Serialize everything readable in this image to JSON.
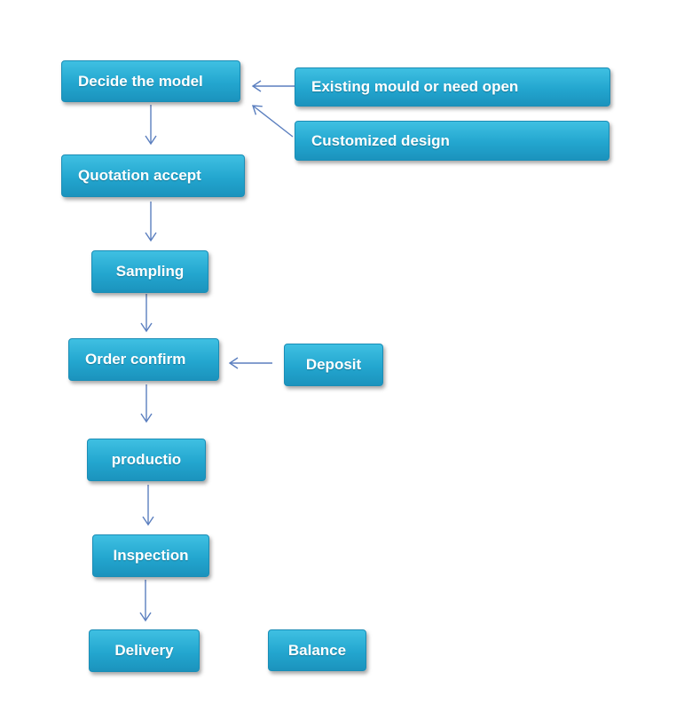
{
  "diagram": {
    "nodes": {
      "decide_model": "Decide the model",
      "existing_mould": "Existing mould or need open",
      "customized_design": "Customized design",
      "quotation_accept": "Quotation accept",
      "sampling": "Sampling",
      "order_confirm": "Order confirm",
      "deposit": "Deposit",
      "production": "productio",
      "inspection": "Inspection",
      "delivery": "Delivery",
      "balance": "Balance"
    },
    "edges": [
      {
        "from": "existing_mould",
        "to": "decide_model"
      },
      {
        "from": "customized_design",
        "to": "decide_model"
      },
      {
        "from": "decide_model",
        "to": "quotation_accept"
      },
      {
        "from": "quotation_accept",
        "to": "sampling"
      },
      {
        "from": "sampling",
        "to": "order_confirm"
      },
      {
        "from": "deposit",
        "to": "order_confirm"
      },
      {
        "from": "order_confirm",
        "to": "production"
      },
      {
        "from": "production",
        "to": "inspection"
      },
      {
        "from": "inspection",
        "to": "delivery"
      }
    ],
    "colors": {
      "node_fill": "#23a6cf",
      "node_text": "#ffffff",
      "arrow": "#5b7fbf"
    }
  }
}
